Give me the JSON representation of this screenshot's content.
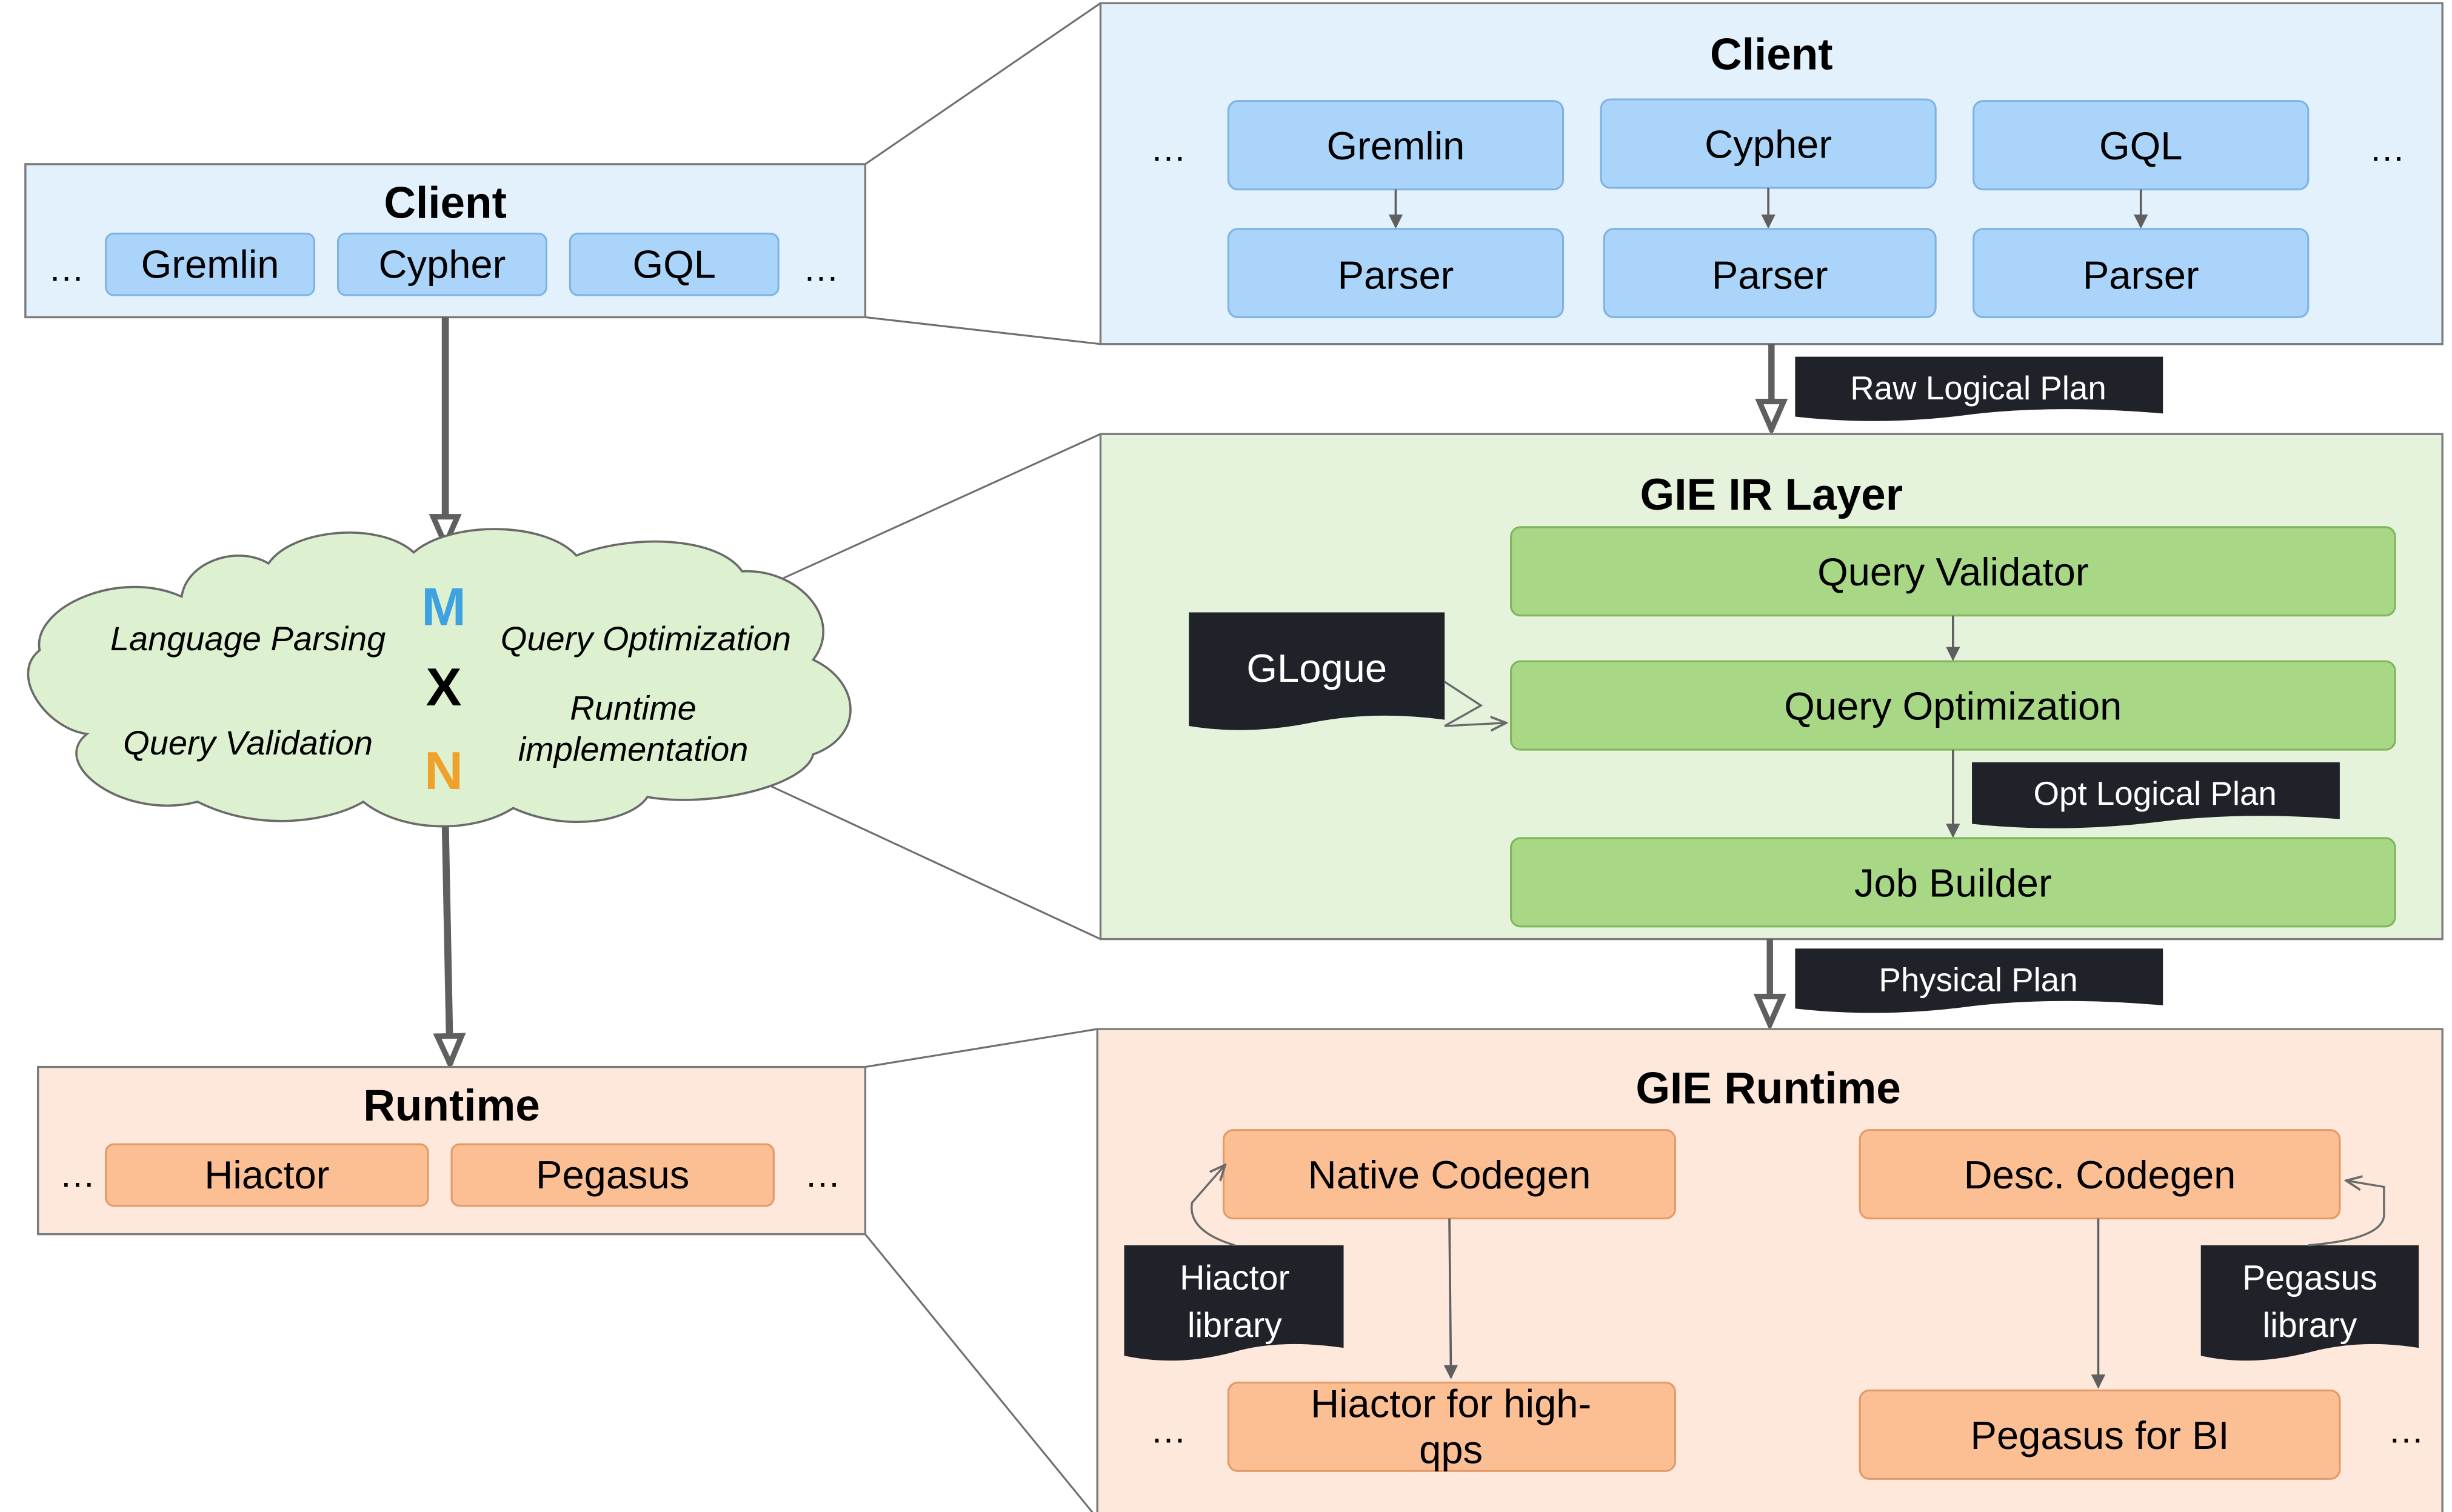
{
  "colors": {
    "client_bg": "#e3f1fc",
    "client_box": "#aad4fa",
    "ir_bg": "#e5f3dd",
    "ir_box": "#a8d785",
    "runtime_bg": "#fde8db",
    "runtime_box": "#fcbf94",
    "cloud": "#ddf0cf",
    "tag_bg": "#1f2228",
    "m_color": "#3fa2e0",
    "x_color": "#000000",
    "n_color": "#f0a12a"
  },
  "left": {
    "client": {
      "title": "Client",
      "items": [
        "Gremlin",
        "Cypher",
        "GQL"
      ],
      "ellipsis": "…"
    },
    "cloud": {
      "left_top": "Language Parsing",
      "left_bottom": "Query Validation",
      "right_top": "Query Optimization",
      "right_mid": "Runtime",
      "right_bottom": "implementation",
      "m": "M",
      "x": "X",
      "n": "N"
    },
    "runtime": {
      "title": "Runtime",
      "items": [
        "Hiactor",
        "Pegasus"
      ],
      "ellipsis": "…"
    }
  },
  "right": {
    "client": {
      "title": "Client",
      "languages": [
        "Gremlin",
        "Cypher",
        "GQL"
      ],
      "parsers": [
        "Parser",
        "Parser",
        "Parser"
      ],
      "ellipsis": "…"
    },
    "raw_plan_tag": "Raw Logical Plan",
    "ir": {
      "title": "GIE IR Layer",
      "validator": "Query Validator",
      "optimization": "Query Optimization",
      "job_builder": "Job Builder",
      "glogue_tag": "GLogue",
      "opt_plan_tag": "Opt Logical Plan"
    },
    "physical_plan_tag": "Physical Plan",
    "runtime": {
      "title": "GIE Runtime",
      "native_codegen": "Native Codegen",
      "desc_codegen": "Desc. Codegen",
      "hiactor_library_line1": "Hiactor",
      "hiactor_library_line2": "library",
      "pegasus_library_line1": "Pegasus",
      "pegasus_library_line2": "library",
      "hiactor_target_line1": "Hiactor for high-",
      "hiactor_target_line2": "qps",
      "pegasus_target": "Pegasus for BI",
      "ellipsis": "…"
    }
  }
}
